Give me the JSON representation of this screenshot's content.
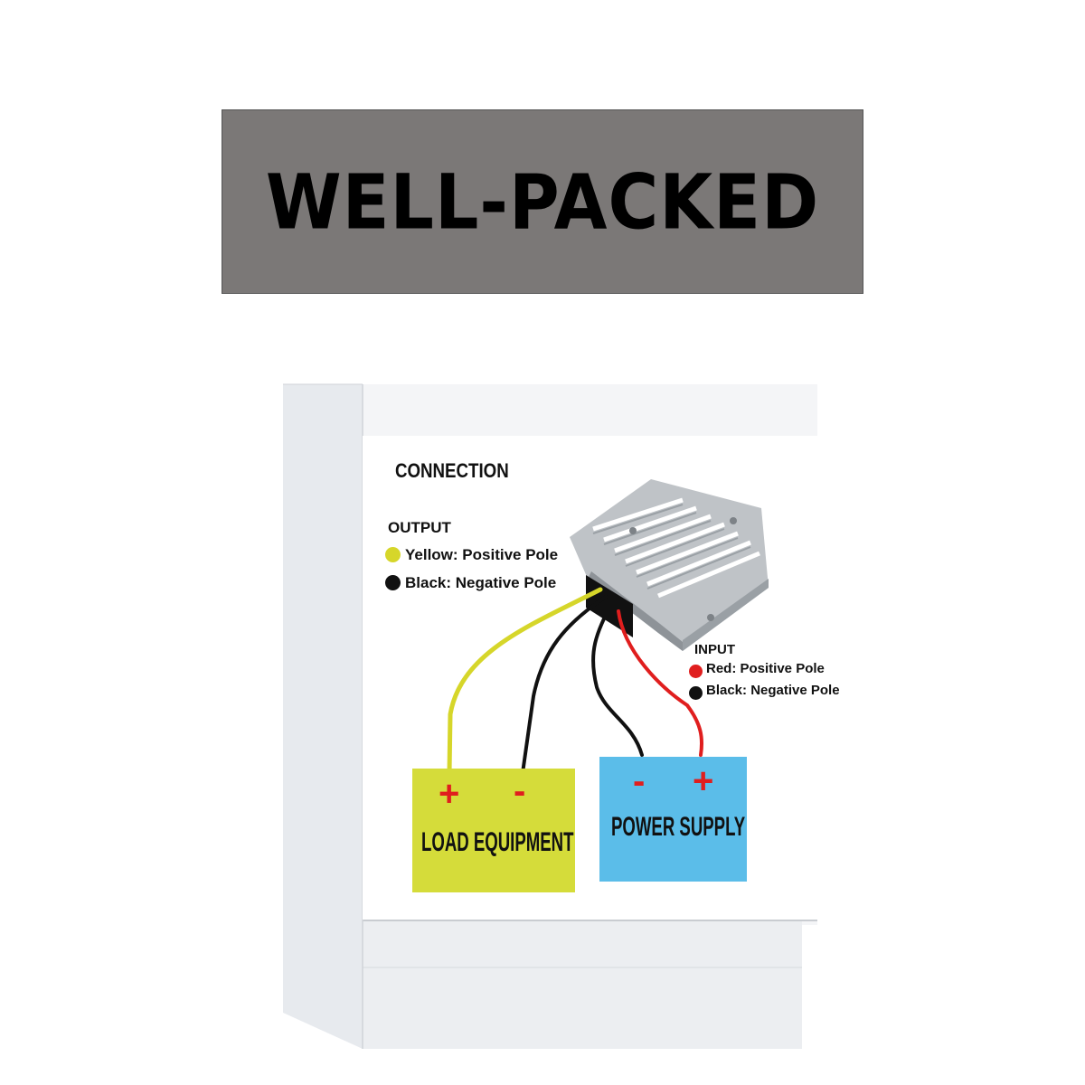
{
  "banner": {
    "title": "WELL-PACKED"
  },
  "label": {
    "heading": "CONNECTION",
    "output": {
      "title": "OUTPUT",
      "items": [
        {
          "text": "Yellow: Positive Pole",
          "color": "#d6d62a"
        },
        {
          "text": "Black: Negative Pole",
          "color": "#111111"
        }
      ]
    },
    "input": {
      "title": "INPUT",
      "items": [
        {
          "text": "Red: Positive Pole",
          "color": "#e01e1e"
        },
        {
          "text": "Black: Negative Pole",
          "color": "#111111"
        }
      ]
    },
    "load": {
      "plus": "+",
      "minus": "-",
      "title": "LOAD EQUIPMENT",
      "color": "#d5dc3a"
    },
    "supply": {
      "minus": "-",
      "plus": "+",
      "title": "POWER SUPPLY",
      "color": "#5bbde9"
    }
  }
}
